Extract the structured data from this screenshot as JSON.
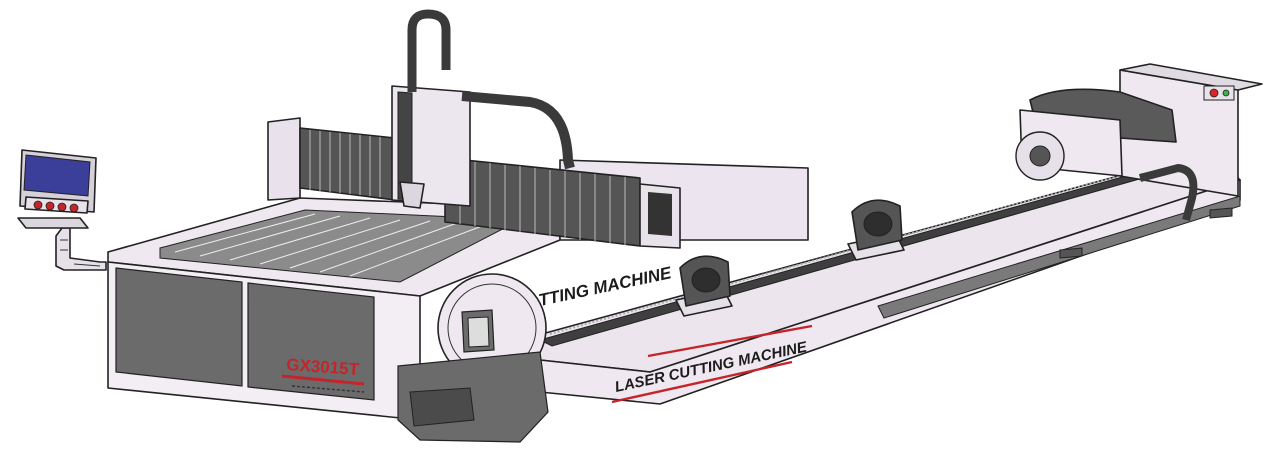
{
  "machine": {
    "model_label": "GX3015T",
    "side_label": "TTING MACHINE",
    "bed_label": "LASER CUTTING MACHINE",
    "accent_color": "#c3252b",
    "body_color": "#efe8f0",
    "panel_color": "#6b6b6b"
  },
  "control_station": {
    "screen_color": "#3b3f9a",
    "button_colors": [
      "#c3252b",
      "#c3252b",
      "#c3252b",
      "#c3252b"
    ]
  },
  "status_lights": {
    "colors": [
      "#d8262c",
      "#3bb34a"
    ]
  }
}
